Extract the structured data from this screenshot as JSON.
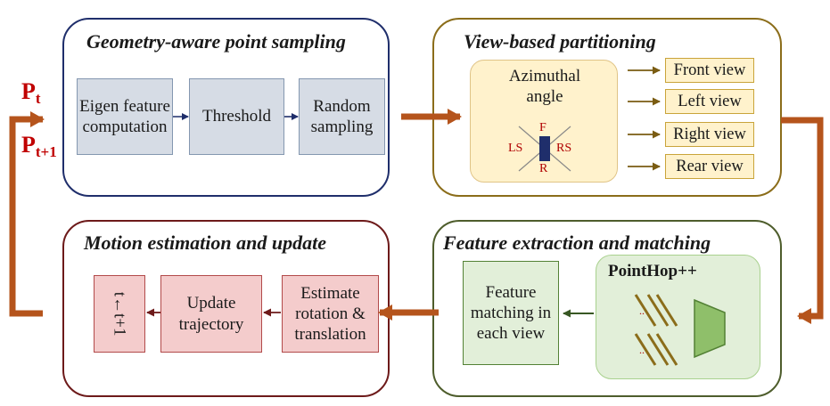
{
  "colors": {
    "panel1_border": "#1f2e6b",
    "panel2_border": "#8b6d1a",
    "panel3_border": "#4e5d2c",
    "panel4_border": "#6d1a1a",
    "flow_arrow": "#b5541c",
    "label_red": "#c00000"
  },
  "inputs": {
    "pt": "P",
    "pt_sub": "t",
    "pt1": "P",
    "pt1_sub": "t+1"
  },
  "panels": {
    "sampling": {
      "title": "Geometry-aware point sampling",
      "boxes": [
        "Eigen feature computation",
        "Threshold",
        "Random sampling"
      ]
    },
    "partition": {
      "title": "View-based partitioning",
      "angle_label": "Azimuthal angle",
      "compass": {
        "front": "F",
        "rear": "R",
        "left": "LS",
        "right": "RS"
      },
      "views": [
        "Front view",
        "Left view",
        "Right view",
        "Rear view"
      ]
    },
    "feature": {
      "title": "Feature extraction and matching",
      "matching": "Feature matching in each view",
      "pointhop": "PointHop++"
    },
    "motion": {
      "title": "Motion estimation and update",
      "estimate": "Estimate rotation & translation",
      "update": "Update trajectory",
      "step": "t←t+1"
    }
  }
}
